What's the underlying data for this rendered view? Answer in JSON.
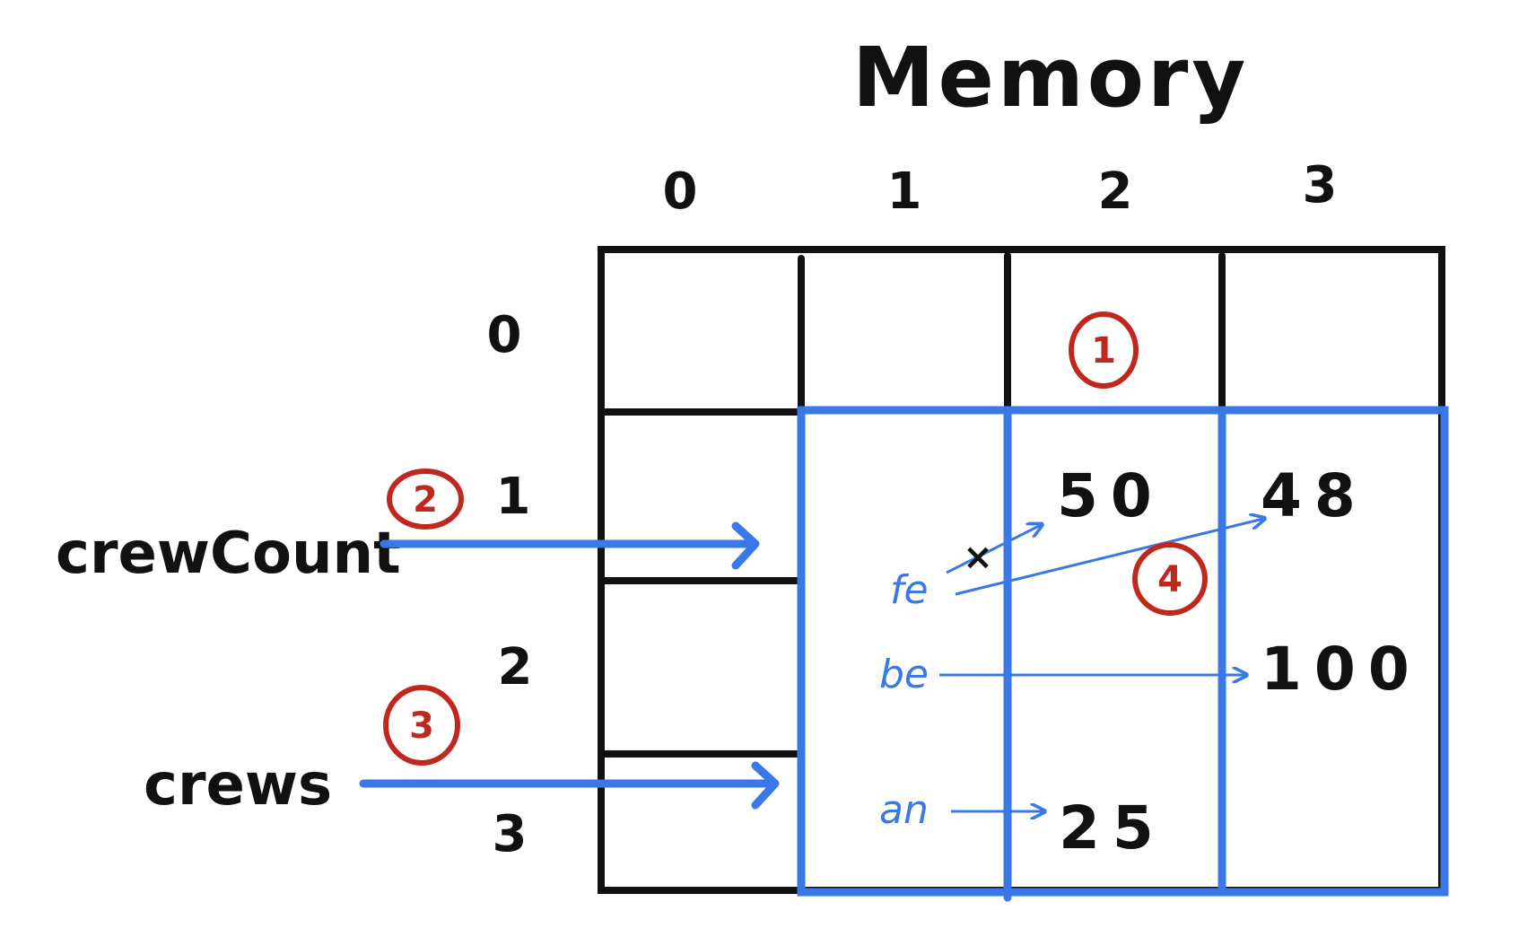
{
  "title": "Memory",
  "columns": [
    "0",
    "1",
    "2",
    "3"
  ],
  "rows": [
    "0",
    "1",
    "2",
    "3"
  ],
  "variables": {
    "crew_count": "crewCount",
    "crews": "crews"
  },
  "fields": {
    "fe": "fe",
    "be": "be",
    "an": "an"
  },
  "values": {
    "v50": "50",
    "v48": "48",
    "v100": "100",
    "v25": "25"
  },
  "strike_mark": "×",
  "steps": [
    "1",
    "2",
    "3",
    "4"
  ],
  "colors": {
    "ink": "#111111",
    "pointer": "#3b78e7",
    "step_marker": "#c0281f"
  }
}
